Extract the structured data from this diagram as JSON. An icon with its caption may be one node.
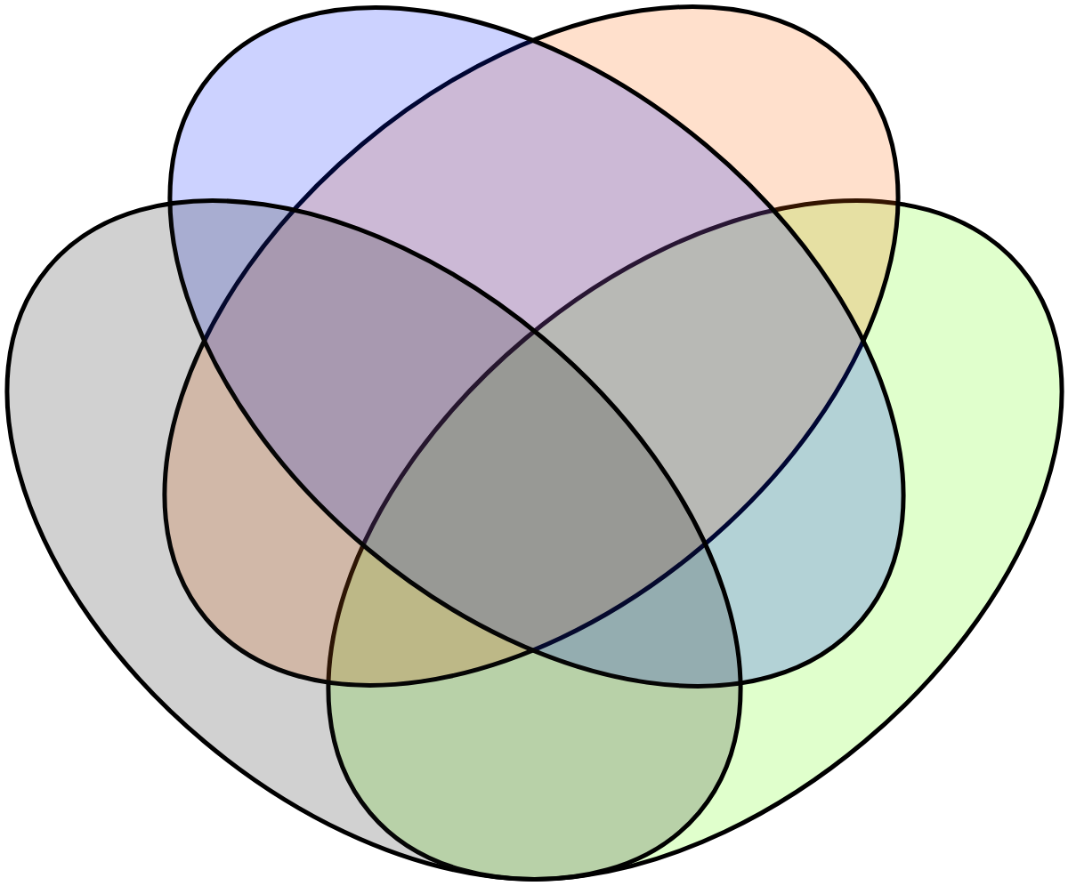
{
  "diagram": {
    "nodes": [
      {
        "text": [],
        "shape": "ellipse"
      },
      {
        "text": [],
        "shape": "ellipse"
      },
      {
        "text": [],
        "shape": "ellipse"
      },
      {
        "text": [],
        "shape": "ellipse"
      }
    ]
  }
}
